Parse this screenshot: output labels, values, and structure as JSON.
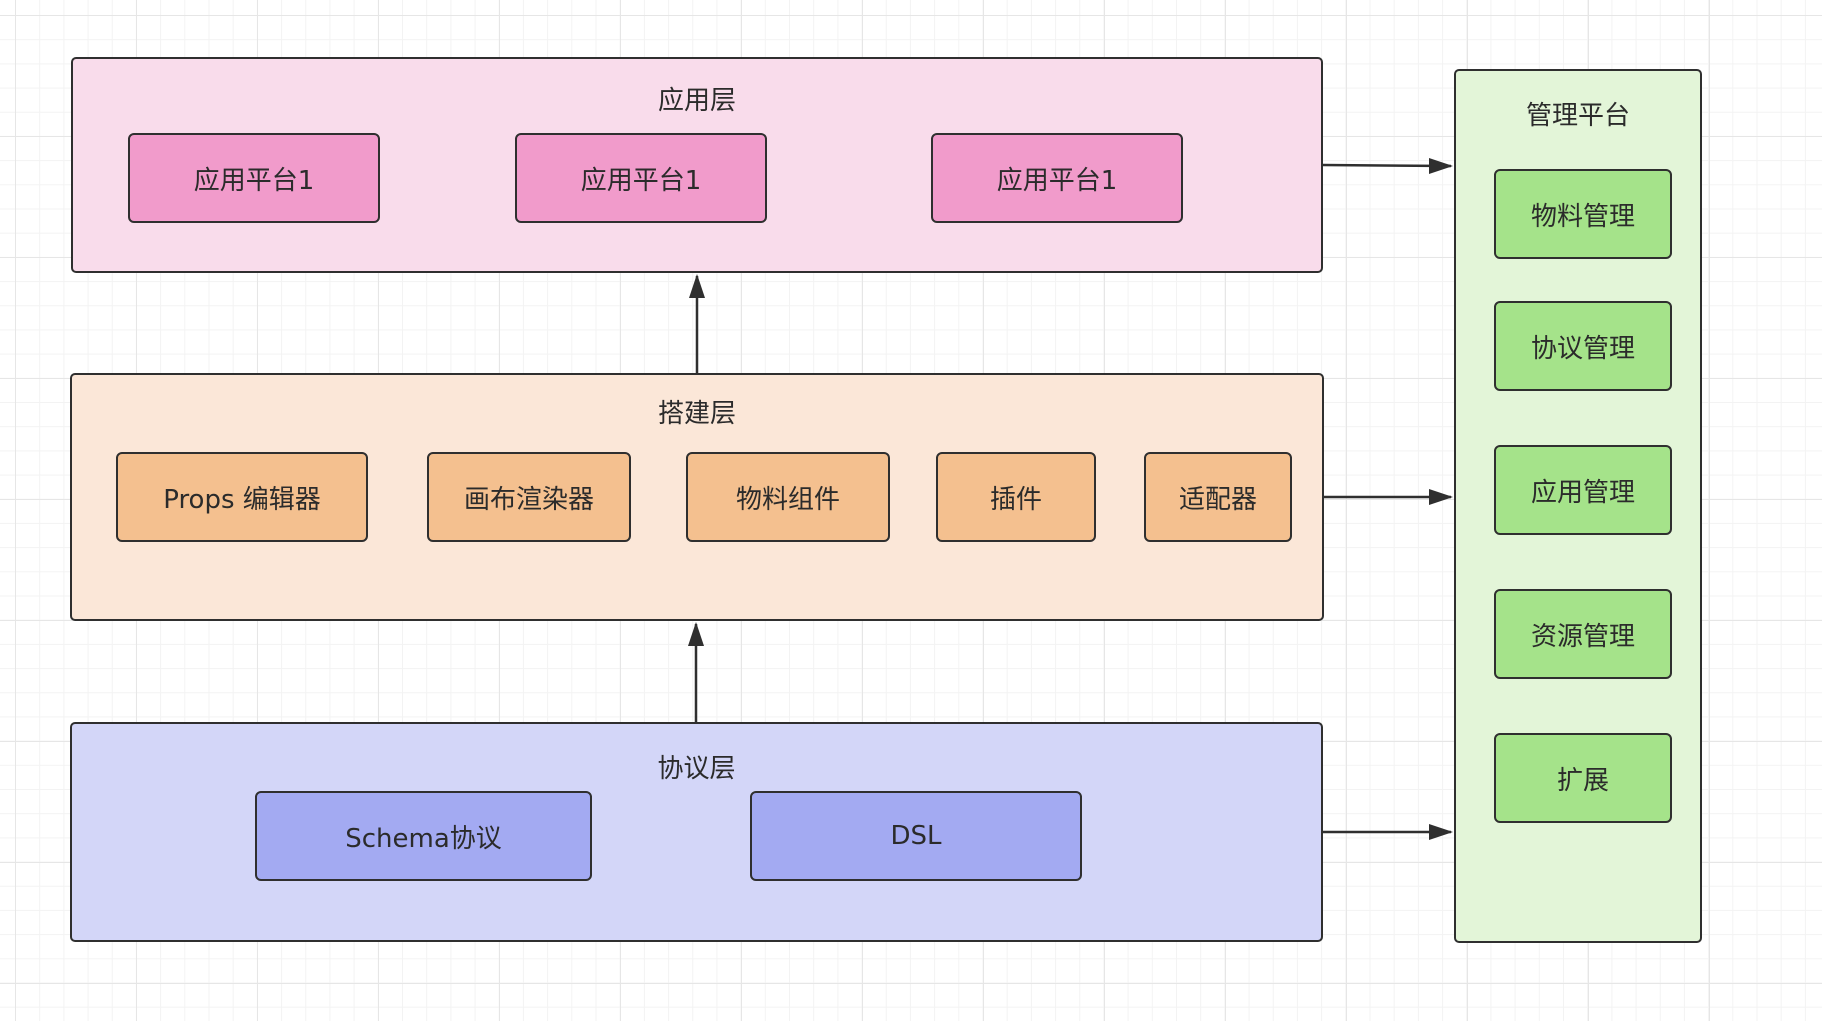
{
  "app_layer": {
    "title": "应用层",
    "items": [
      "应用平台1",
      "应用平台1",
      "应用平台1"
    ]
  },
  "build_layer": {
    "title": "搭建层",
    "items": [
      "Props 编辑器",
      "画布渲染器",
      "物料组件",
      "插件",
      "适配器"
    ]
  },
  "protocol_layer": {
    "title": "协议层",
    "items": [
      "Schema协议",
      "DSL"
    ]
  },
  "management_platform": {
    "title": "管理平台",
    "items": [
      "物料管理",
      "协议管理",
      "应用管理",
      "资源管理",
      "扩展"
    ]
  }
}
